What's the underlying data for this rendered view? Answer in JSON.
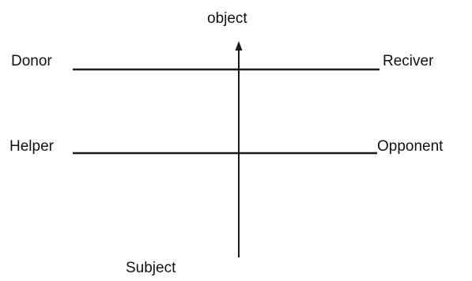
{
  "diagram": {
    "labels": {
      "object": "object",
      "donor": "Donor",
      "receiver": "Reciver",
      "helper": "Helper",
      "opponent": "Opponent",
      "subject": "Subject"
    },
    "line_color": "#1a1a1a",
    "icons": {
      "axis_head": "arrow-up-icon"
    }
  }
}
